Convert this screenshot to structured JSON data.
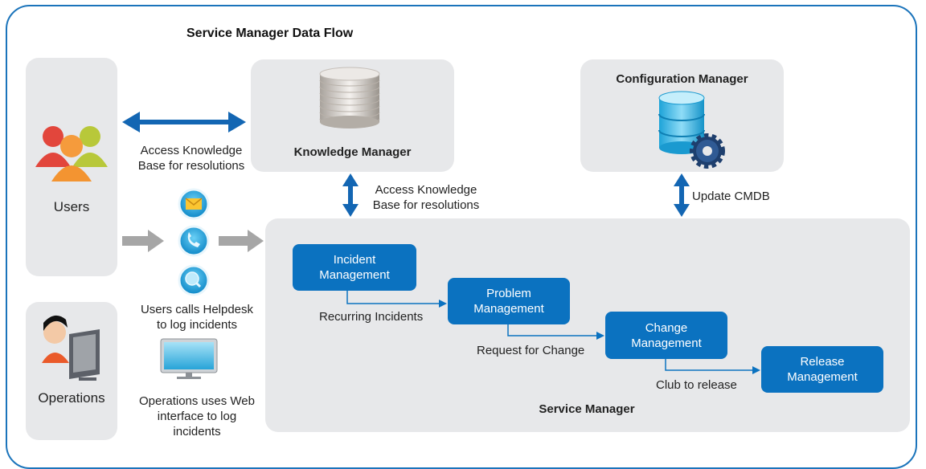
{
  "diagram": {
    "title": "Service Manager Data Flow",
    "users": {
      "label": "Users"
    },
    "operations": {
      "label": "Operations"
    },
    "knowledge_manager": {
      "label": "Knowledge Manager"
    },
    "configuration_manager": {
      "label": "Configuration Manager"
    },
    "service_manager": {
      "label": "Service Manager"
    },
    "access_kb_users": {
      "line1": "Access Knowledge",
      "line2": "Base for resolutions"
    },
    "access_kb_sm": {
      "line1": "Access Knowledge",
      "line2": "Base for resolutions"
    },
    "update_cmdb": "Update CMDB",
    "users_calls": {
      "line1": "Users calls Helpdesk",
      "line2": "to log incidents"
    },
    "operations_web": {
      "line1": "Operations uses Web",
      "line2": "interface to log",
      "line3": "incidents"
    },
    "boxes": {
      "incident": {
        "line1": "Incident",
        "line2": "Management"
      },
      "problem": {
        "line1": "Problem",
        "line2": "Management"
      },
      "change": {
        "line1": "Change",
        "line2": "Management"
      },
      "release": {
        "line1": "Release",
        "line2": "Management"
      }
    },
    "flows": {
      "recurring": "Recurring Incidents",
      "request_change": "Request for Change",
      "club_release": "Club to release"
    },
    "colors": {
      "accent_blue": "#0b72c0",
      "panel_gray": "#e7e8ea",
      "connector_gray": "#a6a6a6",
      "frame_blue": "#1b74bb"
    }
  }
}
